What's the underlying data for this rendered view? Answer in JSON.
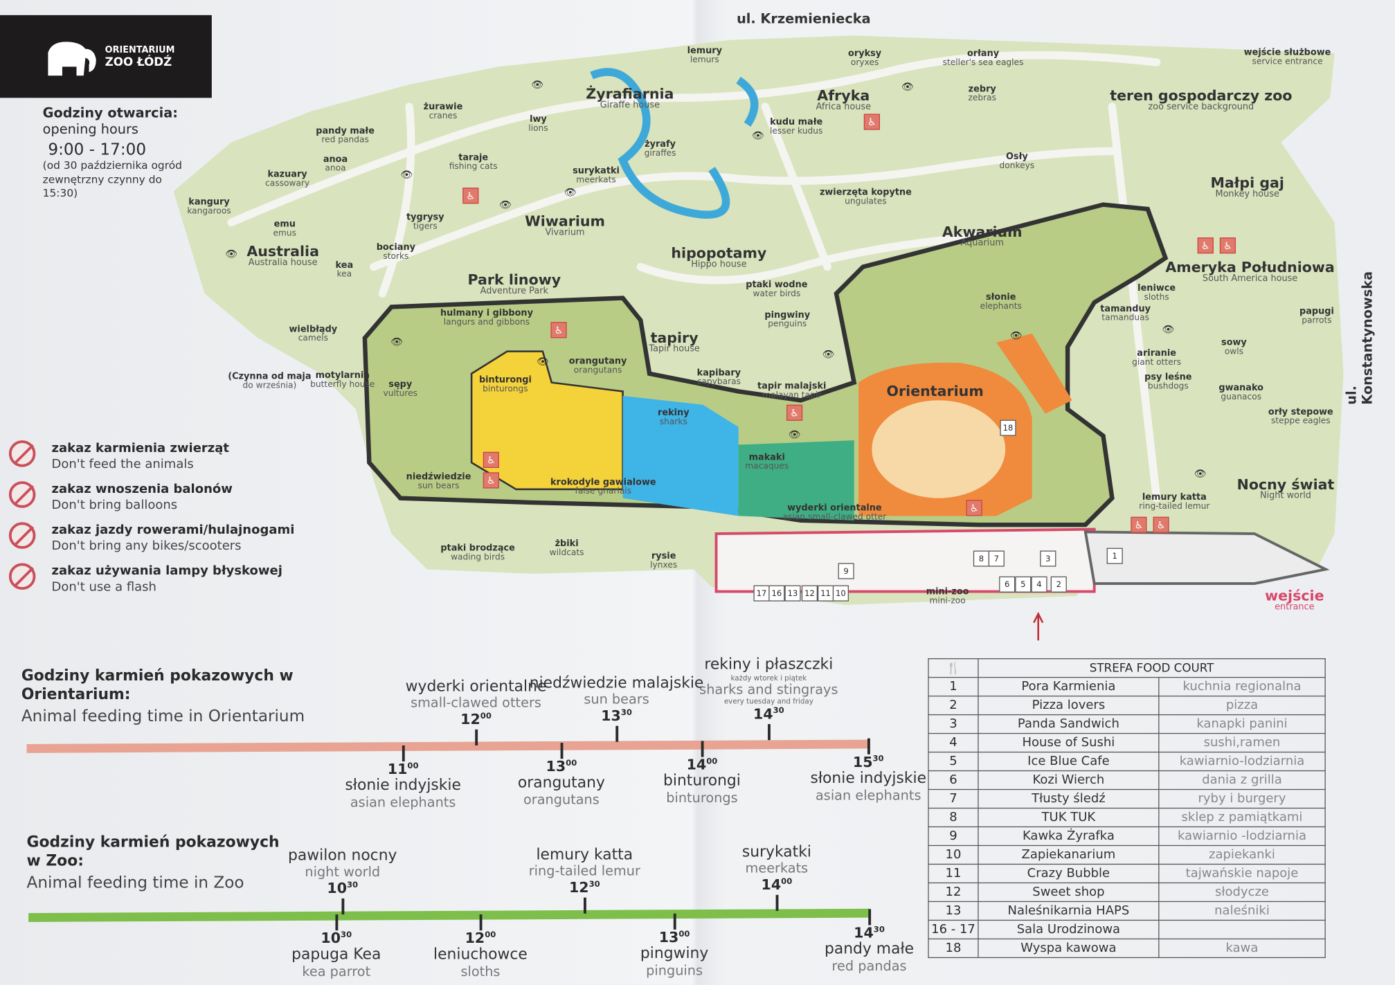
{
  "logo": {
    "line1": "ORIENTARIUM",
    "line2": "ZOO ŁÓDŹ"
  },
  "hours": {
    "title_pl": "Godziny otwarcia:",
    "title_en": "opening hours",
    "time": "9:00 - 17:00",
    "note": "(od 30 października ogród zewnętrzny czynny do 15:30)"
  },
  "rules": [
    {
      "pl": "zakaz karmienia zwierząt",
      "en": "Don't feed the animals",
      "icon": "no-feeding-icon"
    },
    {
      "pl": "zakaz wnoszenia balonów",
      "en": "Don't bring balloons",
      "icon": "no-balloons-icon"
    },
    {
      "pl": "zakaz jazdy rowerami/hulajnogami",
      "en": "Don't bring any bikes/scooters",
      "icon": "no-bikes-icon"
    },
    {
      "pl": "zakaz używania lampy błyskowej",
      "en": "Don't use a flash",
      "icon": "no-flash-icon"
    }
  ],
  "colors": {
    "orientarium_line": "#e8a393",
    "zoo_line": "#7dbf4a",
    "orange_zone": "#f08a3c",
    "yellow_zone": "#f4d23a",
    "blue_zone": "#3fb4e6",
    "entrance": "#d8486a"
  },
  "map": {
    "streets": [
      "ul. Krzemieniecka",
      "ul. Konstantynowska"
    ],
    "labels": [
      {
        "pl": "lemury",
        "en": "lemurs"
      },
      {
        "pl": "Żyrafiarnia",
        "en": "Giraffe house"
      },
      {
        "pl": "żyrafy",
        "en": "giraffes"
      },
      {
        "pl": "oryksy",
        "en": "oryxes"
      },
      {
        "pl": "orłany",
        "en": "steller's sea eagles"
      },
      {
        "pl": "Afryka",
        "en": "Africa house"
      },
      {
        "pl": "kudu małe",
        "en": "lesser kudus"
      },
      {
        "pl": "zebry",
        "en": "zebras"
      },
      {
        "pl": "wejście służbowe",
        "en": "service entrance"
      },
      {
        "pl": "teren gospodarczy zoo",
        "en": "zoo service background"
      },
      {
        "pl": "Osły",
        "en": "donkeys"
      },
      {
        "pl": "Małpi gaj",
        "en": "Monkey house"
      },
      {
        "pl": "zwierzęta kopytne",
        "en": "ungulates"
      },
      {
        "pl": "Akwarium",
        "en": "Aquarium"
      },
      {
        "pl": "Ameryka Południowa",
        "en": "South America house"
      },
      {
        "pl": "żurawie",
        "en": "cranes"
      },
      {
        "pl": "pandy małe",
        "en": "red pandas"
      },
      {
        "pl": "lwy",
        "en": "lions"
      },
      {
        "pl": "taraje",
        "en": "fishing cats"
      },
      {
        "pl": "surykatki",
        "en": "meerkats"
      },
      {
        "pl": "kazuary",
        "en": "cassowary"
      },
      {
        "pl": "anoa",
        "en": "anoa"
      },
      {
        "pl": "kangury",
        "en": "kangaroos"
      },
      {
        "pl": "emu",
        "en": "emus"
      },
      {
        "pl": "tygrysy",
        "en": "tigers"
      },
      {
        "pl": "Wiwarium",
        "en": "Vivarium"
      },
      {
        "pl": "Australia",
        "en": "Australia house"
      },
      {
        "pl": "bociany",
        "en": "storks"
      },
      {
        "pl": "kea",
        "en": "kea"
      },
      {
        "pl": "Park linowy",
        "en": "Adventure Park"
      },
      {
        "pl": "hipopotamy",
        "en": "Hippo house"
      },
      {
        "pl": "ptaki wodne",
        "en": "water birds"
      },
      {
        "pl": "słonie",
        "en": "elephants"
      },
      {
        "pl": "leniwce",
        "en": "sloths"
      },
      {
        "pl": "tamanduy",
        "en": "tamanduas"
      },
      {
        "pl": "papugi",
        "en": "parrots"
      },
      {
        "pl": "hulmany i gibbony",
        "en": "langurs and gibbons"
      },
      {
        "pl": "tapiry",
        "en": "Tapir house"
      },
      {
        "pl": "pingwiny",
        "en": "penguins"
      },
      {
        "pl": "wielbłądy",
        "en": "camels"
      },
      {
        "pl": "ariranie",
        "en": "giant otters"
      },
      {
        "pl": "sowy",
        "en": "owls"
      },
      {
        "pl": "orangutany",
        "en": "orangutans"
      },
      {
        "pl": "(Czynna od maja",
        "en": "do września)"
      },
      {
        "pl": "motylarnia",
        "en": "butterfly house"
      },
      {
        "pl": "sępy",
        "en": "vultures"
      },
      {
        "pl": "binturongi",
        "en": "binturongs"
      },
      {
        "pl": "kapibary",
        "en": "capybaras"
      },
      {
        "pl": "tapir malajski",
        "en": "malayan tapir"
      },
      {
        "pl": "Orientarium",
        "en": ""
      },
      {
        "pl": "psy leśne",
        "en": "bushdogs"
      },
      {
        "pl": "gwanako",
        "en": "guanacos"
      },
      {
        "pl": "orły stepowe",
        "en": "steppe eagles"
      },
      {
        "pl": "rekiny",
        "en": "sharks"
      },
      {
        "pl": "makaki",
        "en": "macaques"
      },
      {
        "pl": "niedźwiedzie",
        "en": "sun bears"
      },
      {
        "pl": "krokodyle gawialowe",
        "en": "false gharials"
      },
      {
        "pl": "Nocny świat",
        "en": "Night world"
      },
      {
        "pl": "lemury katta",
        "en": "ring-tailed lemur"
      },
      {
        "pl": "wyderki orientalne",
        "en": "asian small-clawed otter"
      },
      {
        "pl": "ptaki brodzące",
        "en": "wading birds"
      },
      {
        "pl": "żbiki",
        "en": "wildcats"
      },
      {
        "pl": "rysie",
        "en": "lynxes"
      },
      {
        "pl": "mini-zoo",
        "en": "mini-zoo"
      },
      {
        "pl": "wejście",
        "en": "entrance"
      }
    ],
    "foodcourt_numbers": [
      "17",
      "16",
      "13",
      "12",
      "11",
      "10",
      "9",
      "8",
      "7",
      "6",
      "5",
      "4",
      "3",
      "2",
      "1",
      "18"
    ]
  },
  "feeding_orientarium": {
    "title_pl": "Godziny karmień pokazowych w Orientarium:",
    "title_en": "Animal feeding time in Orientarium",
    "events": [
      {
        "h": "11",
        "m": "00",
        "pl": "słonie indyjskie",
        "en": "asian elephants",
        "note": ""
      },
      {
        "h": "12",
        "m": "00",
        "pl": "wyderki orientalne",
        "en": "small-clawed otters",
        "note": ""
      },
      {
        "h": "13",
        "m": "00",
        "pl": "orangutany",
        "en": "orangutans",
        "note": ""
      },
      {
        "h": "13",
        "m": "30",
        "pl": "niedźwiedzie malajskie",
        "en": "sun bears",
        "note": ""
      },
      {
        "h": "14",
        "m": "00",
        "pl": "binturongi",
        "en": "binturongs",
        "note": ""
      },
      {
        "h": "14",
        "m": "30",
        "pl": "rekiny i płaszczki",
        "en": "sharks and stingrays",
        "note_pl": "każdy wtorek i piątek",
        "note": "every tuesday and friday"
      },
      {
        "h": "15",
        "m": "30",
        "pl": "słonie indyjskie",
        "en": "asian elephants",
        "note": ""
      }
    ]
  },
  "feeding_zoo": {
    "title_pl": "Godziny karmień pokazowych w Zoo:",
    "title_en": "Animal feeding time in Zoo",
    "events": [
      {
        "h": "10",
        "m": "30",
        "pl": "pawilon nocny",
        "en": "night world"
      },
      {
        "h": "10",
        "m": "30",
        "pl": "papuga Kea",
        "en": "kea parrot"
      },
      {
        "h": "12",
        "m": "00",
        "pl": "leniuchowce",
        "en": "sloths"
      },
      {
        "h": "12",
        "m": "30",
        "pl": "lemury katta",
        "en": "ring-tailed lemur"
      },
      {
        "h": "13",
        "m": "00",
        "pl": "pingwiny",
        "en": "pinguins"
      },
      {
        "h": "14",
        "m": "00",
        "pl": "surykatki",
        "en": "meerkats"
      },
      {
        "h": "14",
        "m": "30",
        "pl": "pandy małe",
        "en": "red pandas"
      }
    ]
  },
  "food_court": {
    "title": "STREFA FOOD COURT",
    "icon": "fork-knife-icon",
    "rows": [
      {
        "no": "1",
        "name": "Pora Karmienia",
        "desc": "kuchnia regionalna"
      },
      {
        "no": "2",
        "name": "Pizza lovers",
        "desc": "pizza"
      },
      {
        "no": "3",
        "name": "Panda Sandwich",
        "desc": "kanapki panini"
      },
      {
        "no": "4",
        "name": "House of Sushi",
        "desc": "sushi,ramen"
      },
      {
        "no": "5",
        "name": "Ice Blue Cafe",
        "desc": "kawiarnio-lodziarnia"
      },
      {
        "no": "6",
        "name": "Kozi Wierch",
        "desc": "dania z grilla"
      },
      {
        "no": "7",
        "name": "Tłusty śledź",
        "desc": "ryby i burgery"
      },
      {
        "no": "8",
        "name": "TUK TUK",
        "desc": "sklep z pamiątkami"
      },
      {
        "no": "9",
        "name": "Kawka Żyrafka",
        "desc": "kawiarnio -lodziarnia"
      },
      {
        "no": "10",
        "name": "Zapiekanarium",
        "desc": "zapiekanki"
      },
      {
        "no": "11",
        "name": "Crazy Bubble",
        "desc": "tajwańskie napoje"
      },
      {
        "no": "12",
        "name": "Sweet shop",
        "desc": "słodycze"
      },
      {
        "no": "13",
        "name": "Naleśnikarnia HAPS",
        "desc": "naleśniki"
      },
      {
        "no": "16 - 17",
        "name": "Sala Urodzinowa",
        "desc": ""
      },
      {
        "no": "18",
        "name": "Wyspa kawowa",
        "desc": "kawa"
      }
    ]
  }
}
